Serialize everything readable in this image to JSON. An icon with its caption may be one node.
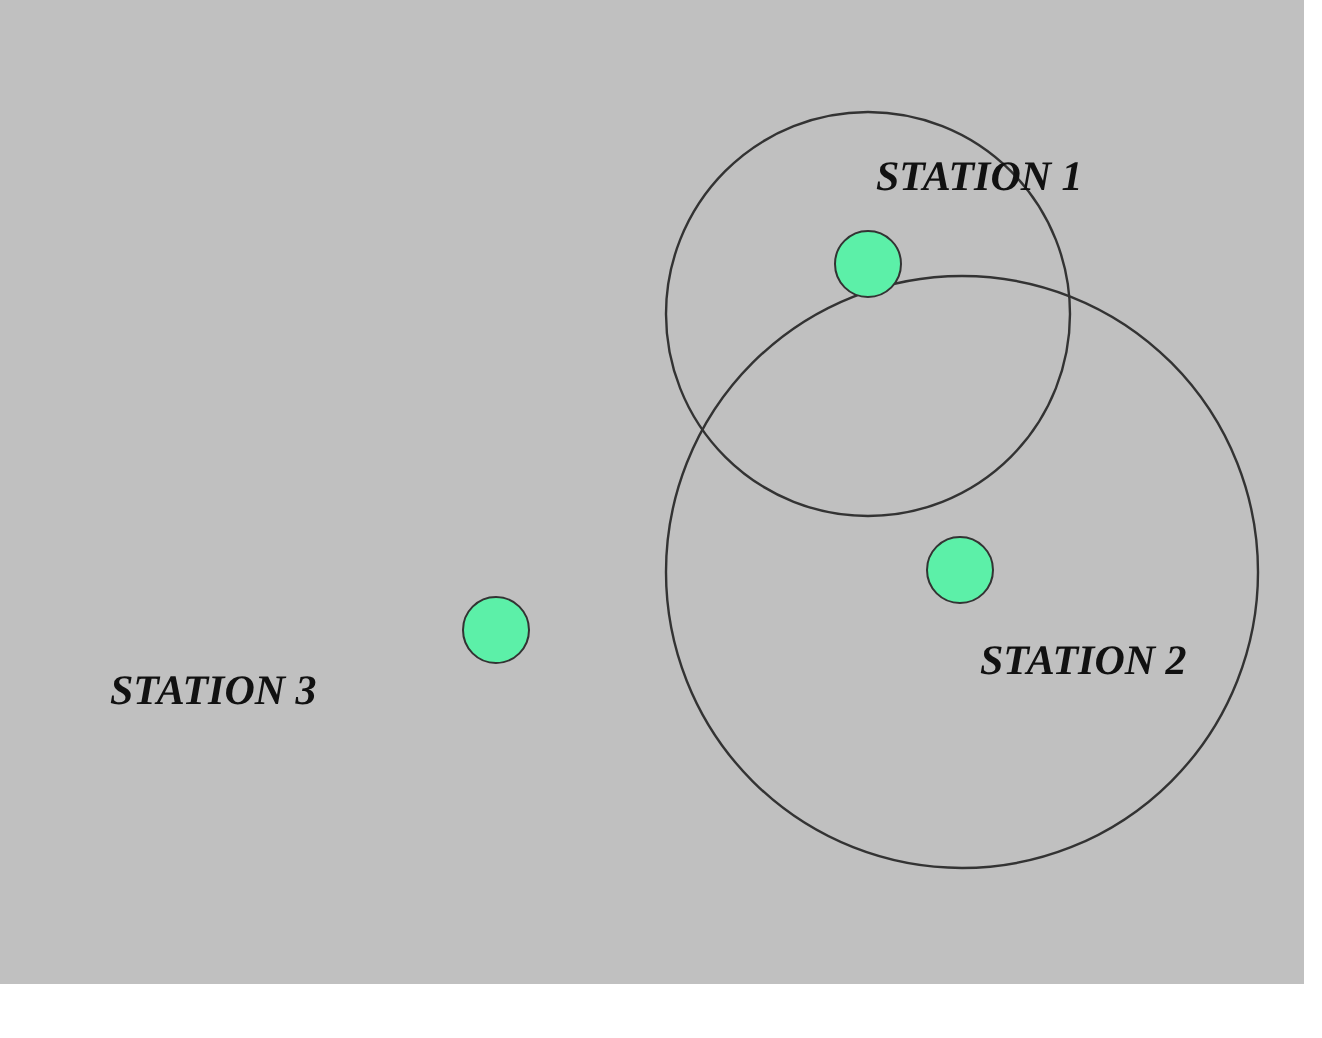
{
  "diagram": {
    "nodes": [
      {
        "text": [],
        "shape": "circle",
        "beside": [
          "STATION 1"
        ]
      },
      {
        "text": [],
        "shape": "circle",
        "beside": [
          "STATION 2"
        ]
      },
      {
        "text": [],
        "shape": "circle",
        "beside": [
          "STATION 3"
        ]
      }
    ]
  }
}
